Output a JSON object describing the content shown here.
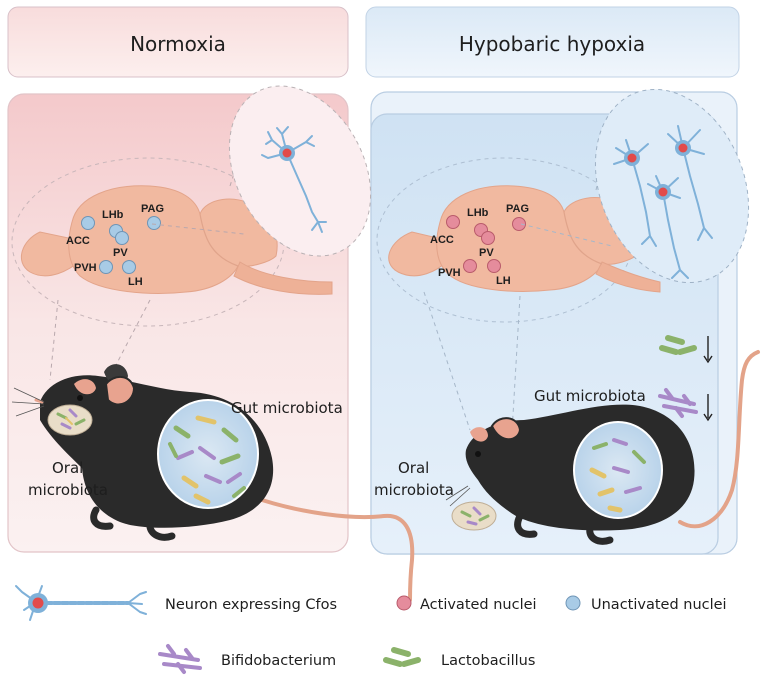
{
  "panels": {
    "left_title": "Normoxia",
    "right_title": "Hypobaric hypoxia"
  },
  "nuclei": [
    "ACC",
    "LHb",
    "PAG",
    "PV",
    "PVH",
    "LH"
  ],
  "labels": {
    "gut_microbiota": "Gut microbiota",
    "oral_microbiota_line1": "Oral",
    "oral_microbiota_line2": "microbiota"
  },
  "legend": {
    "neuron": "Neuron expressing Cfos",
    "activated": "Activated nuclei",
    "unactivated": "Unactivated nuclei",
    "bifido": "Bifidobacterium",
    "lacto": "Lactobacillus"
  },
  "colors": {
    "activated": "#e58c9c",
    "unactivated": "#a8cbe6",
    "mouse": "#2a2a2a",
    "brain": "#f1b9a0",
    "lacto": "#8bb26a",
    "bifido": "#a889c8"
  }
}
